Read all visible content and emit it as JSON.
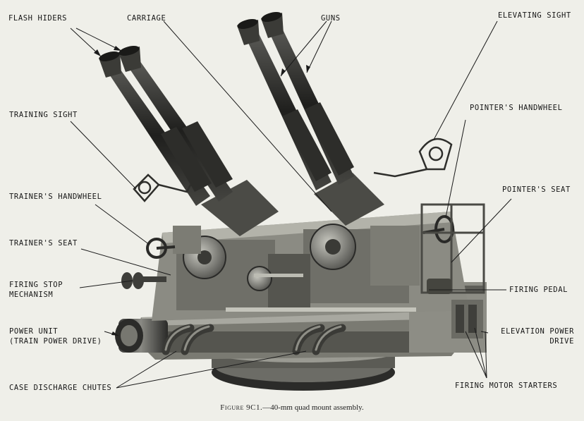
{
  "labels": {
    "flash_hiders": "FLASH HIDERS",
    "carriage": "CARRIAGE",
    "guns": "GUNS",
    "elevating_sight": "ELEVATING SIGHT",
    "training_sight": "TRAINING SIGHT",
    "pointers_handwheel": "POINTER'S HANDWHEEL",
    "trainers_handwheel": "TRAINER'S HANDWHEEL",
    "pointers_seat": "POINTER'S SEAT",
    "trainers_seat": "TRAINER'S SEAT",
    "firing_stop_mechanism": "FIRING STOP\nMECHANISM",
    "firing_pedal": "FIRING PEDAL",
    "power_unit": "POWER UNIT\n(TRAIN POWER DRIVE)",
    "elevation_power_drive": "ELEVATION POWER\nDRIVE",
    "case_discharge_chutes": "CASE DISCHARGE CHUTES",
    "firing_motor_starters": "FIRING MOTOR STARTERS"
  },
  "caption": {
    "figure_number": "Figure 9C1.",
    "text": "—40-mm quad mount assembly."
  }
}
